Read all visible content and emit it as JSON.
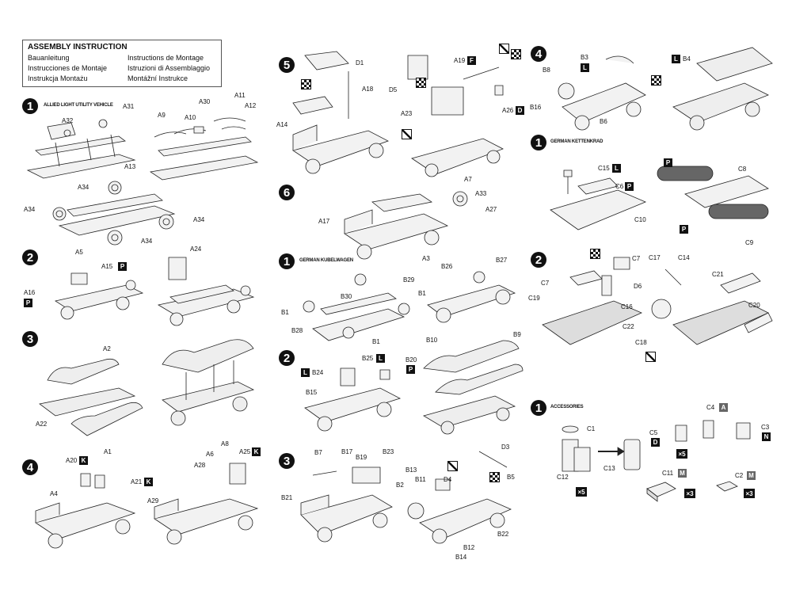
{
  "header": {
    "title": "ASSEMBLY INSTRUCTION",
    "languages": [
      "Bauanleitung",
      "Instrucciones de Montaje",
      "Instrukcja Montażu",
      "Instructions de Montage",
      "Istruzioni di Assemblaggio",
      "Montážní Instrukce"
    ]
  },
  "sections": {
    "allied": "ALLIED LIGHT UTILITY VEHICLE",
    "kubelwagen": "GERMAN KUBELWAGEN",
    "kettenkrad": "GERMAN KETTENKRAD",
    "accessories": "ACCESSORIES"
  },
  "steps": {
    "s1": "1",
    "s2": "2",
    "s3": "3",
    "s4": "4",
    "s5": "5",
    "s6": "6"
  },
  "labels": {
    "A31": "A31",
    "A32": "A32",
    "A13": "A13",
    "A9": "A9",
    "A10": "A10",
    "A30": "A30",
    "A11": "A11",
    "A12": "A12",
    "A34a": "A34",
    "A34b": "A34",
    "A34c": "A34",
    "A34d": "A34",
    "A5": "A5",
    "A15": "A15",
    "A16": "A16",
    "A24": "A24",
    "A2": "A2",
    "A22": "A22",
    "A1": "A1",
    "A20": "A20",
    "A4": "A4",
    "A21": "A21",
    "A8": "A8",
    "A28": "A28",
    "A6": "A6",
    "A25": "A25",
    "A29": "A29",
    "D1": "D1",
    "A18": "A18",
    "A14": "A14",
    "D5": "D5",
    "A19": "A19",
    "A23": "A23",
    "A26": "A26",
    "A7": "A7",
    "A33": "A33",
    "A17": "A17",
    "A27": "A27",
    "A3": "A3",
    "B29": "B29",
    "B30": "B30",
    "B1a": "B1",
    "B1b": "B1",
    "B1c": "B1",
    "B28": "B28",
    "B26": "B26",
    "B27": "B27",
    "B24": "B24",
    "B25": "B25",
    "B20": "B20",
    "B15": "B15",
    "B10": "B10",
    "B9": "B9",
    "B7": "B7",
    "B17": "B17",
    "B19": "B19",
    "B23": "B23",
    "B21": "B21",
    "B13": "B13",
    "B11": "B11",
    "B2": "B2",
    "D4": "D4",
    "D3": "D3",
    "B5": "B5",
    "B22": "B22",
    "B12": "B12",
    "B14": "B14",
    "B3": "B3",
    "B8": "B8",
    "B16": "B16",
    "B6": "B6",
    "B4": "B4",
    "C15": "C15",
    "C6": "C6",
    "C10": "C10",
    "C8": "C8",
    "C9": "C9",
    "C7": "C7",
    "C19": "C19",
    "D6": "D6",
    "C16": "C16",
    "C22": "C22",
    "C17": "C17",
    "C14": "C14",
    "C18": "C18",
    "C21": "C21",
    "C20": "C20",
    "C1": "C1",
    "C12": "C12",
    "C13": "C13",
    "C5": "C5",
    "C4": "C4",
    "C3": "C3",
    "C11": "C11",
    "C2": "C2"
  },
  "badges": {
    "P": "P",
    "L": "L",
    "K": "K",
    "F": "F",
    "D": "D",
    "N": "N",
    "M": "M",
    "A": "A"
  },
  "quantities": {
    "x5": "×5",
    "x3": "×3"
  }
}
